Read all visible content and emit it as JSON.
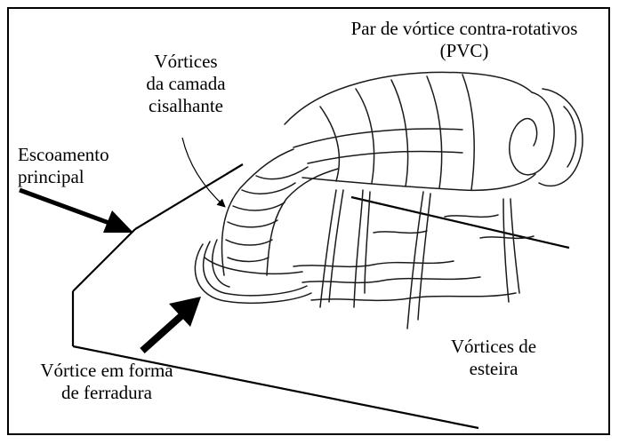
{
  "diagram": {
    "labels": {
      "pvc": "Par de vórtice contra-rotativos\n(PVC)",
      "shear_layer": "Vórtices\nda camada\ncisalhante",
      "main_flow": "Escoamento\nprincipal",
      "wake": "Vórtices de\nesteira",
      "horseshoe": "Vórtice em forma\nde ferradura"
    },
    "colors": {
      "line": "#000000",
      "sketch": "#1a1a1a",
      "background": "#ffffff"
    },
    "icons": [
      "flow-arrow",
      "jet-inflow-arrow",
      "leader-arrow"
    ]
  }
}
